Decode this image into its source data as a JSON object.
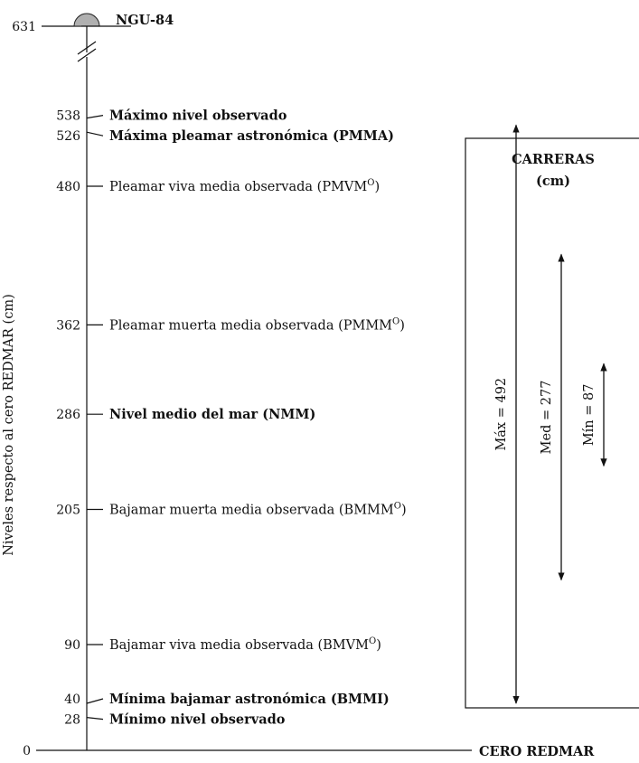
{
  "diagram": {
    "y_axis_label": "Niveles respecto al cero REDMAR (cm)",
    "benchmark": {
      "value": "631",
      "label": "NGU-84"
    },
    "levels": [
      {
        "id": "max-observed",
        "value": 538,
        "label": "Máximo nivel observado",
        "sup": "",
        "bold": true
      },
      {
        "id": "pmma",
        "value": 526,
        "label": "Máxima pleamar astronómica (PMMA)",
        "sup": "",
        "bold": true
      },
      {
        "id": "pmvm",
        "value": 480,
        "label": "Pleamar viva media observada (PMVM",
        "sup": "O",
        "tail": ")",
        "bold": false
      },
      {
        "id": "pmmm",
        "value": 362,
        "label": "Pleamar muerta media observada (PMMM",
        "sup": "O",
        "tail": ")",
        "bold": false
      },
      {
        "id": "nmm",
        "value": 286,
        "label": "Nivel medio del mar (NMM)",
        "sup": "",
        "bold": true
      },
      {
        "id": "bmmm",
        "value": 205,
        "label": "Bajamar muerta media observada (BMMM",
        "sup": "O",
        "tail": ")",
        "bold": false
      },
      {
        "id": "bmvm",
        "value": 90,
        "label": "Bajamar viva media observada (BMVM",
        "sup": "O",
        "tail": ")",
        "bold": false
      },
      {
        "id": "bmmi",
        "value": 40,
        "label": "Mínima bajamar astronómica (BMMI)",
        "sup": "",
        "bold": true
      },
      {
        "id": "min-observed",
        "value": 28,
        "label": "Mínimo nivel observado",
        "sup": "",
        "bold": true
      }
    ],
    "zero": {
      "value": "0",
      "label": "CERO REDMAR"
    },
    "ranges_box": {
      "title": "CARRERAS",
      "unit": "(cm)",
      "ranges": [
        {
          "id": "max",
          "label": "Máx = 492",
          "from": 40,
          "to": 532
        },
        {
          "id": "med",
          "label": "Med = 277",
          "from": 145,
          "to": 422
        },
        {
          "id": "min",
          "label": "Mín = 87",
          "from": 242,
          "to": 329
        }
      ]
    }
  }
}
